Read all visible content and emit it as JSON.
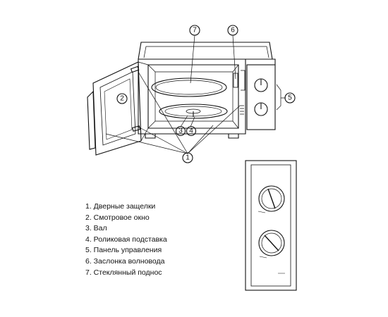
{
  "callouts": [
    "1",
    "2",
    "3",
    "4",
    "5",
    "6",
    "7"
  ],
  "legend": [
    "1. Дверные защелки",
    "2. Смотровое окно",
    "3. Вал",
    "4. Роликовая подставка",
    "5. Панель управления",
    "6. Заслонка волновода",
    "7. Стеклянный поднос"
  ],
  "colors": {
    "line": "#111111",
    "background": "#ffffff"
  }
}
